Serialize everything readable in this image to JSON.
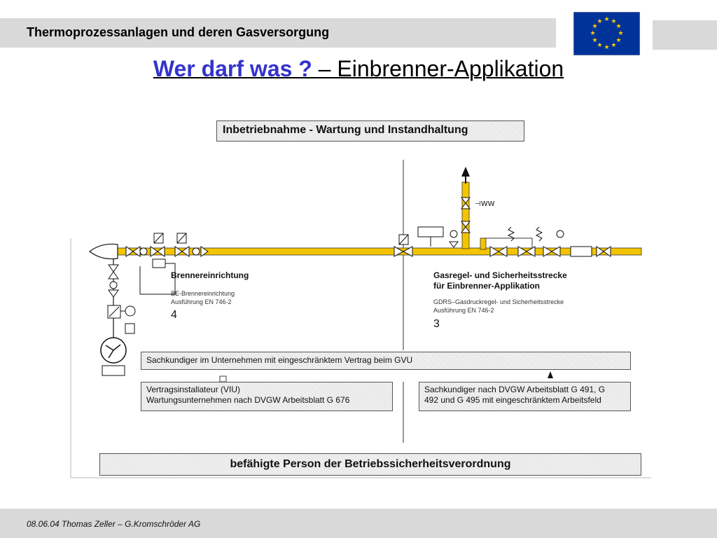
{
  "header": {
    "title": "Thermoprozessanlagen und deren Gasversorgung"
  },
  "slide": {
    "title_question": "Wer darf was ? ",
    "title_subject": "– Einbrenner-Applikation"
  },
  "diagram": {
    "top_box": "Inbetriebnahme - Wartung und Instandhaltung",
    "left_section": {
      "title": "Brennereinrichtung",
      "desc_line1": "BE-Brennereinrichtung",
      "desc_line2": "Ausführung EN 746-2",
      "number": "4"
    },
    "right_section": {
      "title_line1": "Gasregel- und Sicherheitsstrecke",
      "title_line2": "für Einbrenner-Applikation",
      "desc_line1": "GDRS–Gasdruckregel- und Sicherheitsstrecke",
      "desc_line2": "Ausführung EN 746-2",
      "number": "3"
    },
    "sachkundiger_box": "Sachkundiger  im Unternehmen mit eingeschränktem Vertrag beim GVU",
    "viu_box": {
      "line1": "Vertragsinstallateur (VIU)",
      "line2": "Wartungsunternehmen nach DVGW Arbeitsblatt G 676"
    },
    "sachkundiger_dvgw_box": {
      "line1": "Sachkundiger nach DVGW Arbeitsblatt G 491, G",
      "line2": "492 und G 495 mit eingeschränktem Arbeitsfeld"
    },
    "bottom_box": "befähigte Person der Betriebssicherheitsverordnung",
    "pipe_color": "#f5c400"
  },
  "footer": {
    "text": "08.06.04 Thomas Zeller – G.Kromschröder AG"
  },
  "colors": {
    "title_accent": "#3333cc",
    "eu_blue": "#003399",
    "eu_star": "#ffcc00",
    "bar_grey": "#d9d9d9"
  }
}
